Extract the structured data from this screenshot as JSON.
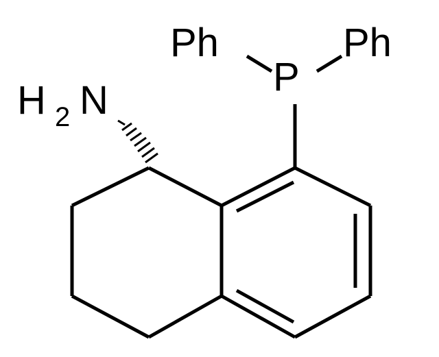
{
  "labels": {
    "ph_left": "Ph",
    "ph_right": "Ph",
    "phosphorus": "P",
    "amine_h": "H",
    "amine_sub": "2",
    "amine_n": "N"
  },
  "colors": {
    "background": "#ffffff",
    "ink": "#000000"
  }
}
